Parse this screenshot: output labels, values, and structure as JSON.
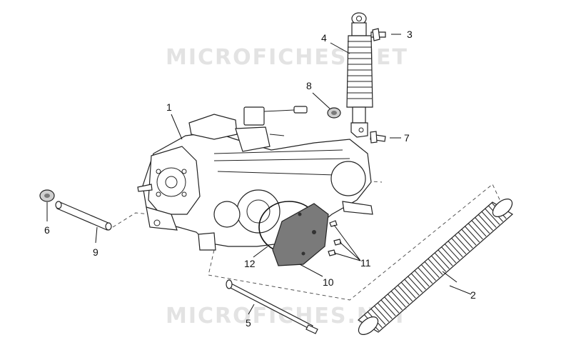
{
  "watermark": "MICROFICHES.NET",
  "callouts": {
    "c1": "1",
    "c2": "2",
    "c3": "3",
    "c4": "4",
    "c5": "5",
    "c6": "6",
    "c7": "7",
    "c8": "8",
    "c9": "9",
    "c10": "10",
    "c11": "11",
    "c12": "12"
  }
}
